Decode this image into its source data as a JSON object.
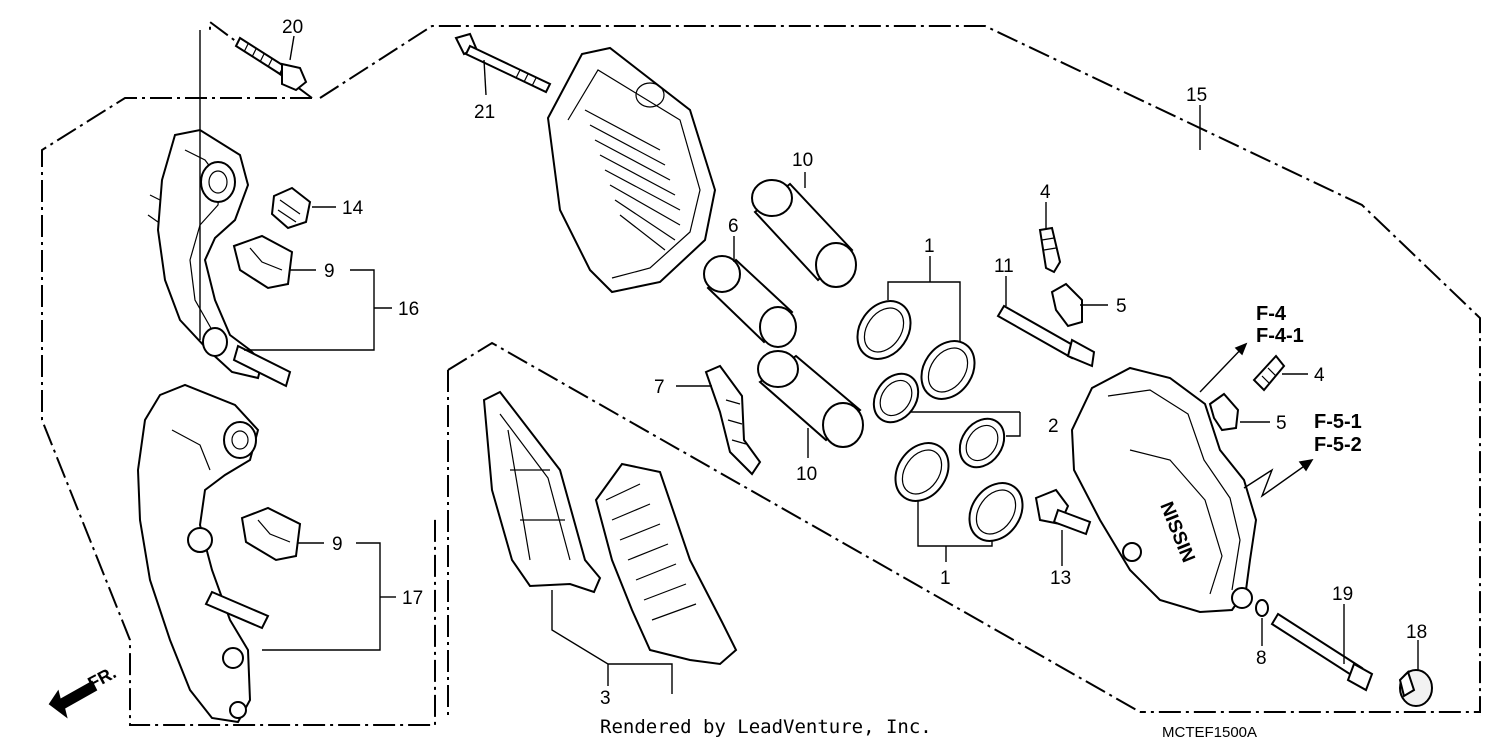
{
  "callouts": {
    "c20": "20",
    "c21": "21",
    "c15": "15",
    "c14": "14",
    "c9a": "9",
    "c16": "16",
    "c9b": "9",
    "c17": "17",
    "c10a": "10",
    "c10b": "10",
    "c6": "6",
    "c1a": "1",
    "c1b": "1",
    "c2": "2",
    "c4a": "4",
    "c4b": "4",
    "c5a": "5",
    "c5b": "5",
    "c11": "11",
    "c7": "7",
    "c3": "3",
    "c13": "13",
    "c8": "8",
    "c19": "19",
    "c18": "18"
  },
  "refs": {
    "r1": "F-4",
    "r2": "F-4-1",
    "r3": "F-5-1",
    "r4": "F-5-2"
  },
  "caliper_mark": "NISSIN",
  "direction_label": "FR.",
  "footer": {
    "rendered_by": "Rendered by LeadVenture, Inc.",
    "diagram_code": "MCTEF1500A"
  }
}
